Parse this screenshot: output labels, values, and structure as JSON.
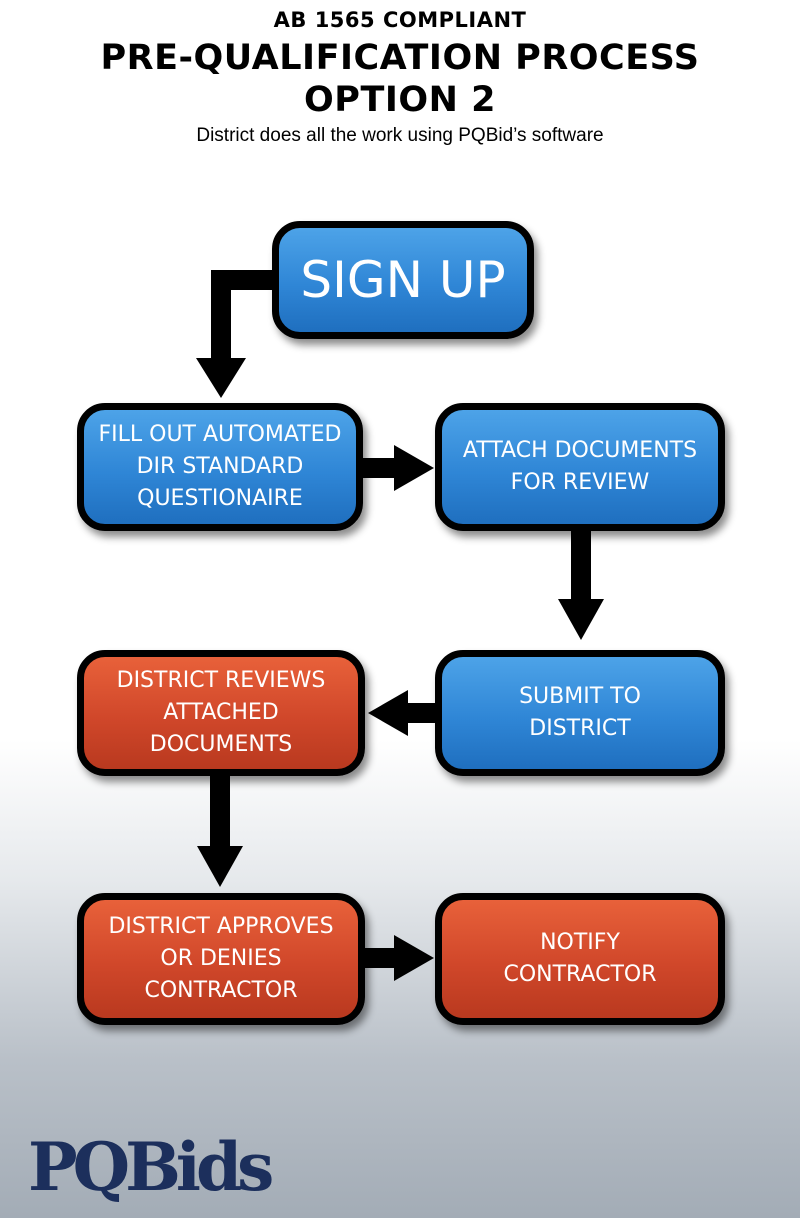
{
  "header": {
    "kicker": "AB 1565 COMPLIANT",
    "title_line1": "PRE-QUALIFICATION PROCESS",
    "title_line2": "OPTION 2",
    "subtitle": "District does all the work using PQBid’s software"
  },
  "steps": {
    "sign_up": "SIGN UP",
    "fill_out": [
      "FILL OUT AUTOMATED",
      "DIR STANDARD",
      "QUESTIONAIRE"
    ],
    "attach": [
      "ATTACH DOCUMENTS",
      "FOR REVIEW"
    ],
    "submit": [
      "SUBMIT TO",
      "DISTRICT"
    ],
    "reviews": [
      "DISTRICT REVIEWS",
      "ATTACHED",
      "DOCUMENTS"
    ],
    "approves": [
      "DISTRICT APPROVES",
      "OR DENIES",
      "CONTRACTOR"
    ],
    "notify": [
      "NOTIFY",
      "CONTRACTOR"
    ]
  },
  "logo": {
    "text": "PQBids"
  },
  "colors": {
    "blue": "#2f86d6",
    "red": "#d0472a",
    "border": "#000000",
    "logo": "#1c2f5c"
  }
}
